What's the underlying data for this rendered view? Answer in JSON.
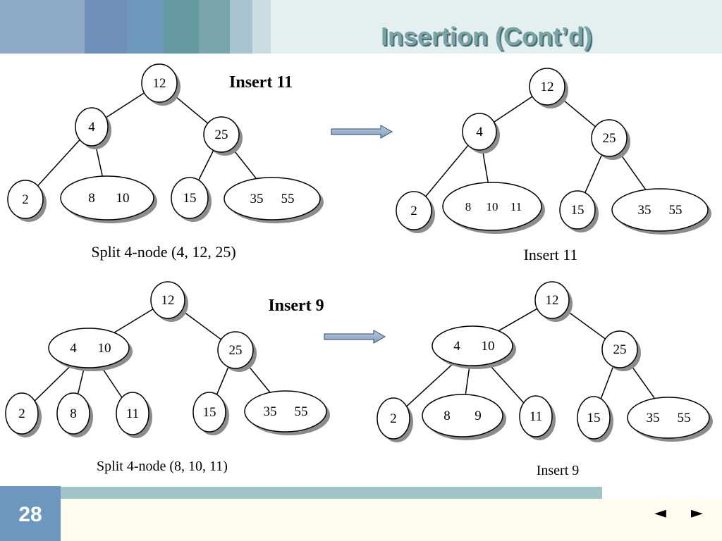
{
  "slide": {
    "title": "Insertion (Cont’d)",
    "page_number": "28",
    "nav_prev": "◄",
    "nav_next": "►"
  },
  "theme": {
    "header_bands": [
      "#8faac6",
      "#6f8fba",
      "#6f98bf",
      "#6499a2",
      "#79a6ad",
      "#a8c4d0",
      "#c9dde0",
      "#e4eff0"
    ],
    "title_color": "#7aa3a6",
    "footer_color": "#a0c5c9",
    "page_box_color": "#6e97c0"
  },
  "panels": [
    {
      "id": "p1",
      "nodes": [
        {
          "keys": [
            "12"
          ]
        },
        {
          "keys": [
            "4"
          ]
        },
        {
          "keys": [
            "25"
          ]
        },
        {
          "keys": [
            "2"
          ]
        },
        {
          "keys": [
            "8",
            "10"
          ]
        },
        {
          "keys": [
            "15"
          ]
        },
        {
          "keys": [
            "35",
            "55"
          ]
        }
      ],
      "edges": [
        [
          0,
          1
        ],
        [
          0,
          2
        ],
        [
          1,
          3
        ],
        [
          1,
          4
        ],
        [
          2,
          5
        ],
        [
          2,
          6
        ]
      ],
      "heading": "Insert 11",
      "caption": "Split 4-node (4, 12, 25)"
    },
    {
      "id": "p2",
      "nodes": [
        {
          "keys": [
            "12"
          ]
        },
        {
          "keys": [
            "4"
          ]
        },
        {
          "keys": [
            "25"
          ]
        },
        {
          "keys": [
            "2"
          ]
        },
        {
          "keys": [
            "8",
            "10",
            "11"
          ]
        },
        {
          "keys": [
            "15"
          ]
        },
        {
          "keys": [
            "35",
            "55"
          ]
        }
      ],
      "edges": [
        [
          0,
          1
        ],
        [
          0,
          2
        ],
        [
          1,
          3
        ],
        [
          1,
          4
        ],
        [
          2,
          5
        ],
        [
          2,
          6
        ]
      ],
      "heading": "",
      "caption": "Insert 11"
    },
    {
      "id": "p3",
      "nodes": [
        {
          "keys": [
            "12"
          ]
        },
        {
          "keys": [
            "4",
            "10"
          ]
        },
        {
          "keys": [
            "25"
          ]
        },
        {
          "keys": [
            "2"
          ]
        },
        {
          "keys": [
            "8"
          ]
        },
        {
          "keys": [
            "11"
          ]
        },
        {
          "keys": [
            "15"
          ]
        },
        {
          "keys": [
            "35",
            "55"
          ]
        }
      ],
      "edges": [
        [
          0,
          1
        ],
        [
          0,
          2
        ],
        [
          1,
          3
        ],
        [
          1,
          4
        ],
        [
          1,
          5
        ],
        [
          2,
          6
        ],
        [
          2,
          7
        ]
      ],
      "heading": "Insert 9",
      "caption": "Split 4-node (8, 10, 11)"
    },
    {
      "id": "p4",
      "nodes": [
        {
          "keys": [
            "12"
          ]
        },
        {
          "keys": [
            "4",
            "10"
          ]
        },
        {
          "keys": [
            "25"
          ]
        },
        {
          "keys": [
            "2"
          ]
        },
        {
          "keys": [
            "8",
            "9"
          ]
        },
        {
          "keys": [
            "11"
          ]
        },
        {
          "keys": [
            "15"
          ]
        },
        {
          "keys": [
            "35",
            "55"
          ]
        }
      ],
      "edges": [
        [
          0,
          1
        ],
        [
          0,
          2
        ],
        [
          1,
          3
        ],
        [
          1,
          4
        ],
        [
          1,
          5
        ],
        [
          2,
          6
        ],
        [
          2,
          7
        ]
      ],
      "heading": "",
      "caption": "Insert 9"
    }
  ]
}
